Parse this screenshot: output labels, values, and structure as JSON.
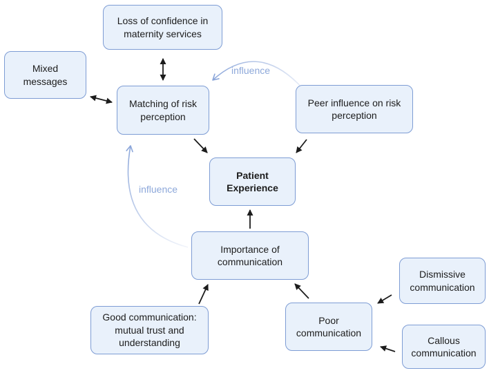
{
  "diagram": {
    "nodes": {
      "loss_of_confidence": {
        "label": "Loss of confidence in maternity services"
      },
      "mixed_messages": {
        "label": "Mixed messages"
      },
      "matching_risk": {
        "label": "Matching of risk perception"
      },
      "peer_influence": {
        "label": "Peer influence on risk perception"
      },
      "patient_experience": {
        "label": "Patient Experience"
      },
      "importance_communication": {
        "label": "Importance of communication"
      },
      "good_communication": {
        "label": "Good communication: mutual trust and understanding"
      },
      "poor_communication": {
        "label": "Poor communication"
      },
      "dismissive_communication": {
        "label": "Dismissive communication"
      },
      "callous_communication": {
        "label": "Callous communication"
      }
    },
    "edge_labels": {
      "influence_top": "influence",
      "influence_left": "influence"
    },
    "colors": {
      "node_fill": "#e9f1fb",
      "node_border": "#7d9cd4",
      "text": "#1c1c1c",
      "arrow_black": "#1c1c1c",
      "influence_label": "#8da8da",
      "influence_arrow": "#8ba6da",
      "background": "#ffffff"
    }
  }
}
